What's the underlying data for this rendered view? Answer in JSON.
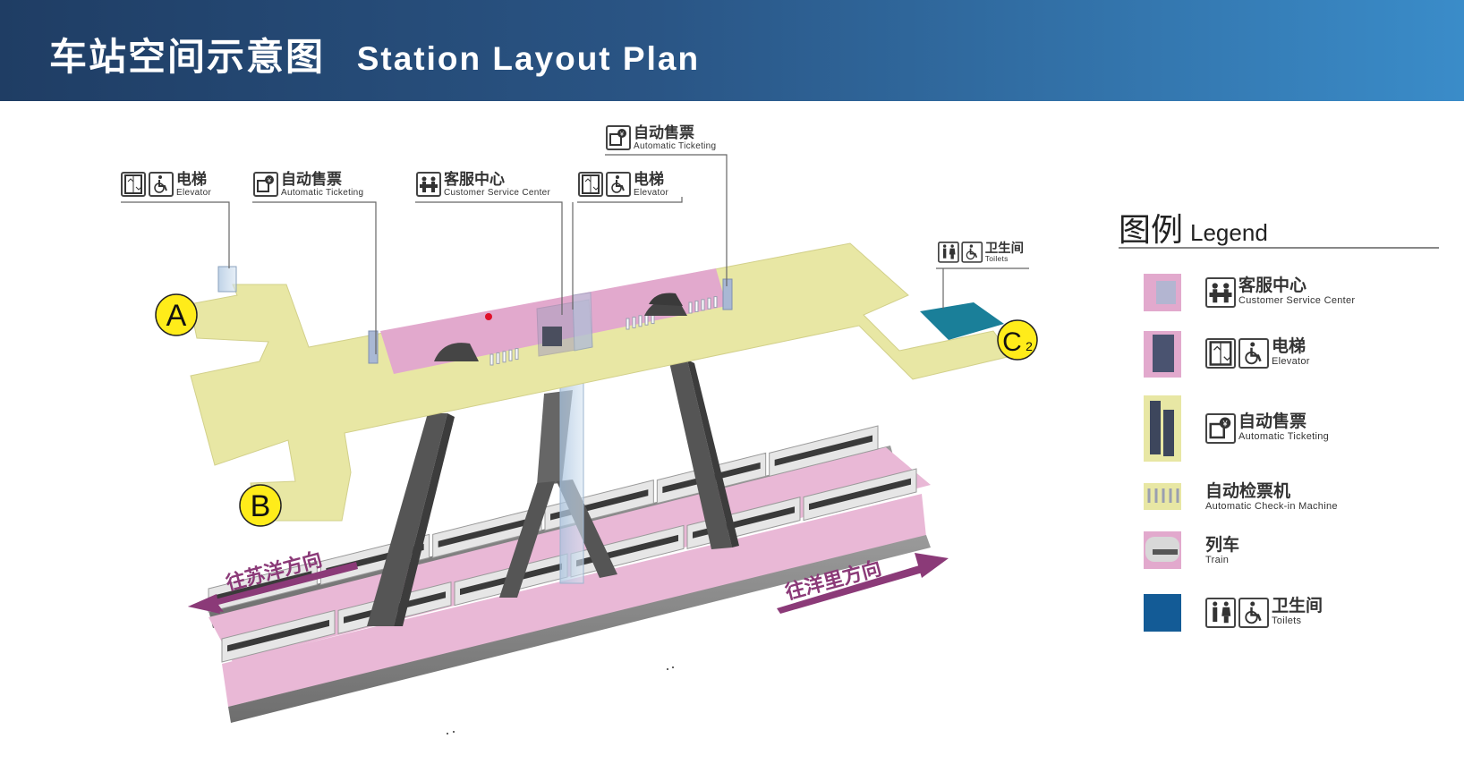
{
  "header": {
    "title_cn": "车站空间示意图",
    "title_en": "Station Layout Plan",
    "bg_start": "#1f3d64",
    "bg_end": "#3a8cc9"
  },
  "exits": [
    {
      "label": "A"
    },
    {
      "label": "B"
    },
    {
      "label": "C",
      "sub": "2"
    }
  ],
  "directions": [
    {
      "label": "往苏洋方向"
    },
    {
      "label": "往洋里方向"
    }
  ],
  "callouts": [
    {
      "cn": "电梯",
      "en": "Elevator",
      "icons": [
        "elevator-icon",
        "wheelchair-icon"
      ]
    },
    {
      "cn": "自动售票",
      "en": "Automatic Ticketing",
      "icons": [
        "ticket-machine-icon"
      ]
    },
    {
      "cn": "客服中心",
      "en": "Customer Service Center",
      "icons": [
        "service-center-icon"
      ]
    },
    {
      "cn": "电梯",
      "en": "Elevator",
      "icons": [
        "elevator-icon",
        "wheelchair-icon"
      ]
    },
    {
      "cn": "自动售票",
      "en": "Automatic Ticketing",
      "icons": [
        "ticket-machine-icon"
      ]
    },
    {
      "cn": "卫生间",
      "en": "Toilets",
      "icons": [
        "toilet-icon",
        "wheelchair-icon"
      ]
    }
  ],
  "legend": {
    "title_cn": "图例",
    "title_en": "Legend",
    "items": [
      {
        "cn": "客服中心",
        "en": "Customer Service Center",
        "icons": [
          "service-center-icon"
        ]
      },
      {
        "cn": "电梯",
        "en": "Elevator",
        "icons": [
          "elevator-icon",
          "wheelchair-icon"
        ]
      },
      {
        "cn": "自动售票",
        "en": "Automatic Ticketing",
        "icons": [
          "ticket-machine-icon"
        ]
      },
      {
        "cn": "自动检票机",
        "en": "Automatic Check-in Machine",
        "icons": []
      },
      {
        "cn": "列车",
        "en": "Train",
        "icons": []
      },
      {
        "cn": "卫生间",
        "en": "Toilets",
        "icons": [
          "toilet-icon",
          "wheelchair-icon"
        ]
      }
    ]
  },
  "colors": {
    "concourse": "#e8e7a4",
    "concourse_edge": "#d2d08a",
    "paid_area": "#e2a9cd",
    "platform": "#e9b8d6",
    "track_base": "#8a8a8a",
    "escalator": "#555555",
    "toilet": "#1a7f99",
    "exit_circle": "#ffec1a",
    "direction": "#8b3a78"
  }
}
